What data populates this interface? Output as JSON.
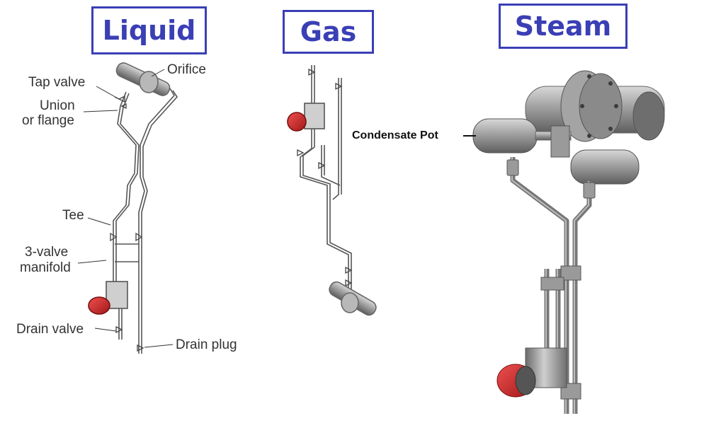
{
  "titles": {
    "liquid": "Liquid",
    "gas": "Gas",
    "steam": "Steam"
  },
  "labels": {
    "tap_valve": "Tap valve",
    "orifice": "Orifice",
    "union_line1": "Union",
    "union_line2": "or flange",
    "tee": "Tee",
    "manifold_line1": "3-valve",
    "manifold_line2": "manifold",
    "drain_valve": "Drain valve",
    "drain_plug": "Drain plug",
    "condensate_pot": "Condensate Pot"
  },
  "colors": {
    "title": "#3a3fb5",
    "transmitter": "#d42a2a",
    "pipe": "#555555",
    "steel": "#8c8c8c"
  }
}
